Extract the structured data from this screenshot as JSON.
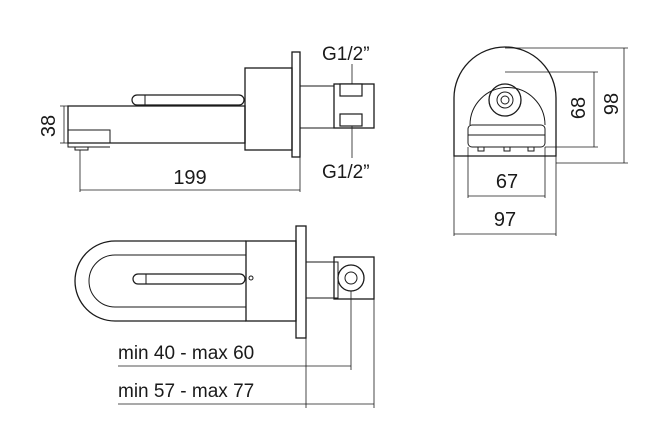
{
  "drawing": {
    "side_view": {
      "thread_top": "G1/2”",
      "thread_bottom": "G1/2”",
      "height_dim": "38",
      "length_dim": "199"
    },
    "front_view": {
      "inner_width_dim": "67",
      "outer_width_dim": "97",
      "inner_height_dim": "68",
      "outer_height_dim": "98"
    },
    "top_view": {
      "wall_range_1": "min 40 - max 60",
      "wall_range_2": "min 57 - max 77"
    }
  }
}
